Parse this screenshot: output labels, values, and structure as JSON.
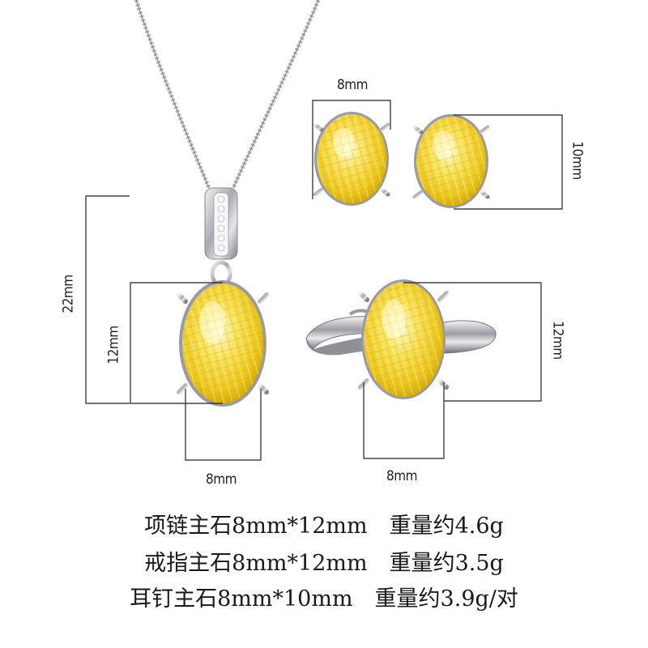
{
  "dimensions": {
    "earring_width": "8mm",
    "earring_height": "10mm",
    "pendant_total_height": "22mm",
    "pendant_stone_height": "12mm",
    "pendant_stone_width": "8mm",
    "ring_stone_height": "12mm",
    "ring_stone_width": "8mm"
  },
  "specs": [
    "项链主石8mm*12mm　重量约4.6g",
    "戒指主石8mm*12mm　重量约3.5g",
    "耳钉主石8mm*10mm　重量约3.9g/对"
  ],
  "colors": {
    "gem_light": "#fff7a0",
    "gem_mid": "#f5d630",
    "gem_dark": "#c9a208",
    "metal": "#c8c8cc",
    "line": "#222222"
  }
}
